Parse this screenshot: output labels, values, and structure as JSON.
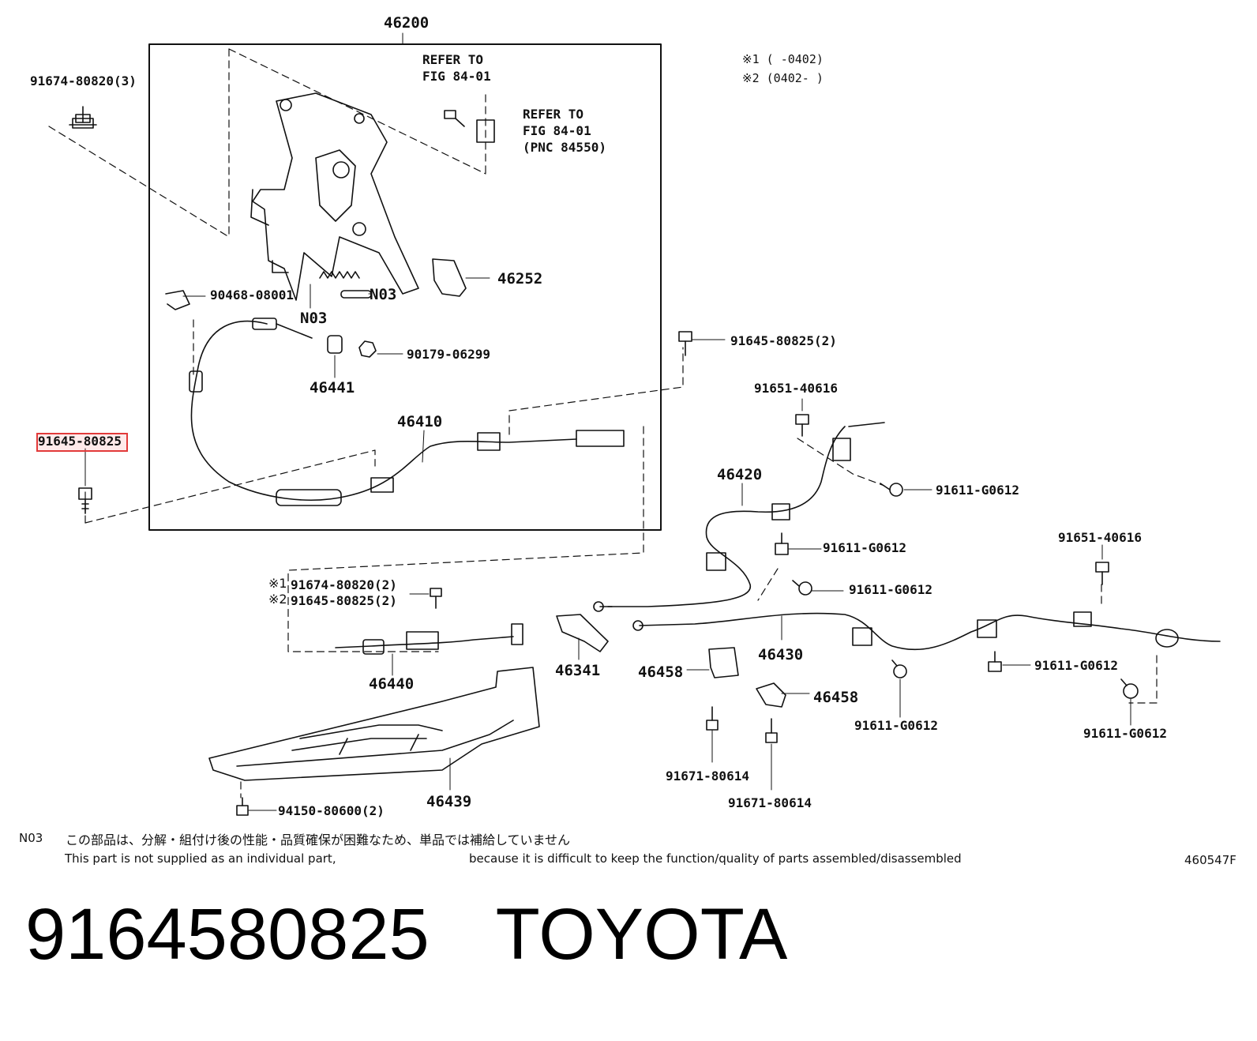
{
  "title": {
    "part_number": "9164580825",
    "brand": "TOYOTA"
  },
  "highlighted_part": "91645-80825",
  "figure_code": "460547F",
  "refer": {
    "ref1": [
      "REFER TO",
      "FIG 84-01"
    ],
    "ref2": [
      "REFER TO",
      "FIG 84-01",
      "(PNC 84550)"
    ]
  },
  "legend": {
    "line1": "※1 (    -0402)",
    "line2": "※2 (0402-    )"
  },
  "labels": {
    "l46200": "46200",
    "l91674a": "91674-80820(3)",
    "l90468": "90468-08001",
    "l46252": "46252",
    "lN03a": "N03",
    "lN03b": "N03",
    "l46441": "46441",
    "l90179": "90179-06299",
    "l46410": "46410",
    "l91645a": "91645-80825",
    "l91645b": "91645-80825(2)",
    "l91651a": "91651-40616",
    "l91611a": "91611-G0612",
    "l46420": "46420",
    "l91611b": "91611-G0612",
    "l91611c": "91611-G0612",
    "l91651b": "91651-40616",
    "l91674b": "91674-80820(2)",
    "l91645c": "91645-80825(2)",
    "mark1": "※1",
    "mark2": "※2",
    "l46440": "46440",
    "l46341": "46341",
    "l46458a": "46458",
    "l46458b": "46458",
    "l46430": "46430",
    "l91611d": "91611-G0612",
    "l91611e": "91611-G0612",
    "l91611f": "91611-G0612",
    "l91671a": "91671-80614",
    "l91671b": "91671-80614",
    "l46439": "46439",
    "l94150": "94150-80600(2)"
  },
  "notes": {
    "code": "N03",
    "japanese": "この部品は、分解・組付け後の性能・品質確保が困難なため、単品では補給していません",
    "english_a": "This part is not supplied as an individual part,",
    "english_b": "because it is difficult to keep the function/quality of parts assembled/disassembled"
  },
  "colors": {
    "line": "#111111",
    "highlight": "#e23a3a"
  }
}
